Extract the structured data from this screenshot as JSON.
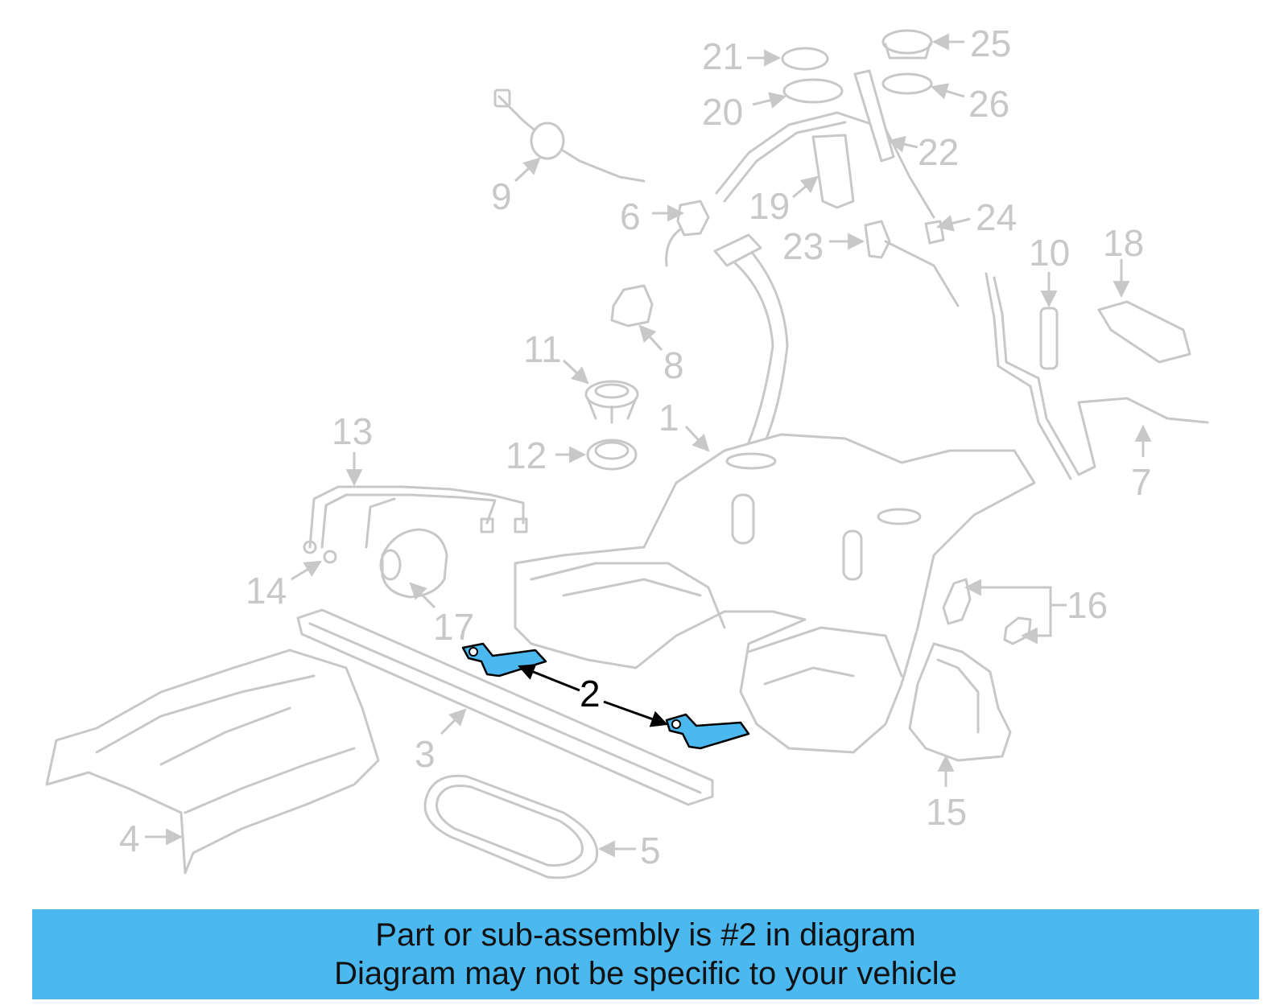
{
  "diagram": {
    "highlight_color": "#4bb8f0",
    "part_color": "#c8c8c8",
    "callouts": {
      "c1": "1",
      "c2": "2",
      "c3": "3",
      "c4": "4",
      "c5": "5",
      "c6": "6",
      "c7": "7",
      "c8": "8",
      "c9": "9",
      "c10": "10",
      "c11": "11",
      "c12": "12",
      "c13": "13",
      "c14": "14",
      "c15": "15",
      "c16": "16",
      "c17": "17",
      "c18": "18",
      "c19": "19",
      "c20": "20",
      "c21": "21",
      "c22": "22",
      "c23": "23",
      "c24": "24",
      "c25": "25",
      "c26": "26"
    },
    "highlighted_part": "2"
  },
  "banner": {
    "background": "#4bb8f0",
    "line1": "Part or sub-assembly is #2 in diagram",
    "line2": "Diagram may not be specific to your vehicle"
  }
}
